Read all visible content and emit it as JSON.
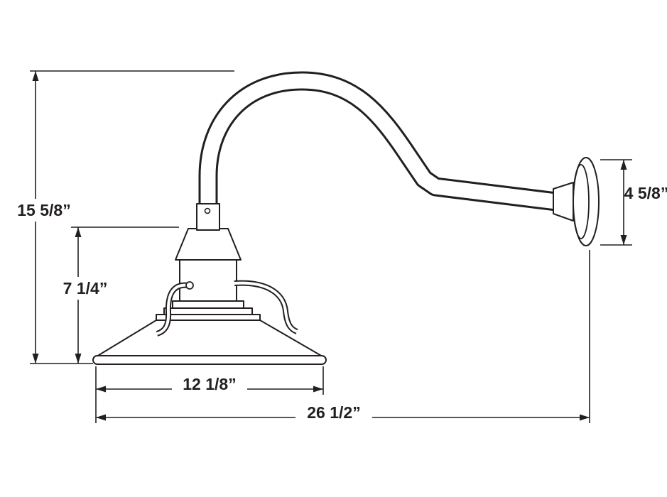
{
  "page": {
    "background": "#ffffff"
  },
  "diagram": {
    "name": "Gooseneck barn light fixture dimensional drawing",
    "line_color": "#231f20",
    "dimensions": {
      "overall_height": "15 5/8”",
      "shade_assembly_height": "7 1/4”",
      "wall_plate_height": "4 5/8”",
      "shade_diameter": "12 1/8”",
      "overall_projection": "26 1/2”"
    }
  }
}
